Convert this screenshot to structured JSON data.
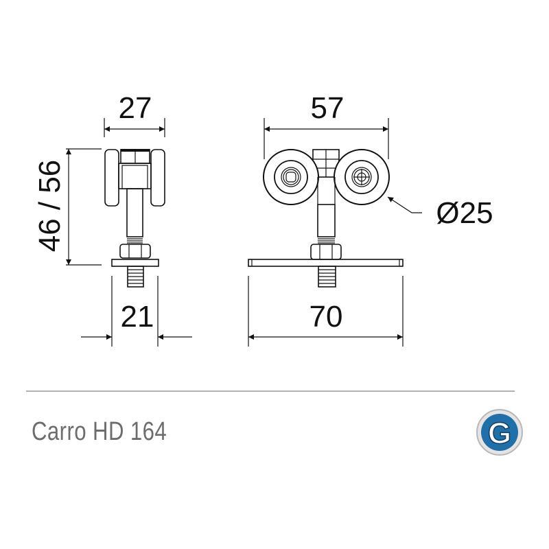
{
  "dimensions": {
    "side_width": "27",
    "side_height": "46 / 56",
    "side_plate_width": "21",
    "front_width": "57",
    "wheel_diameter": "Ø25",
    "front_plate_width": "70"
  },
  "title": "Carro HD 164",
  "logo": {
    "letter": "G",
    "colors": {
      "blue": "#1f6fa8",
      "ring": "#c8c8c8"
    }
  },
  "colors": {
    "line": "#111111",
    "separator": "#9a9a9a",
    "title": "#6d6d6d"
  }
}
